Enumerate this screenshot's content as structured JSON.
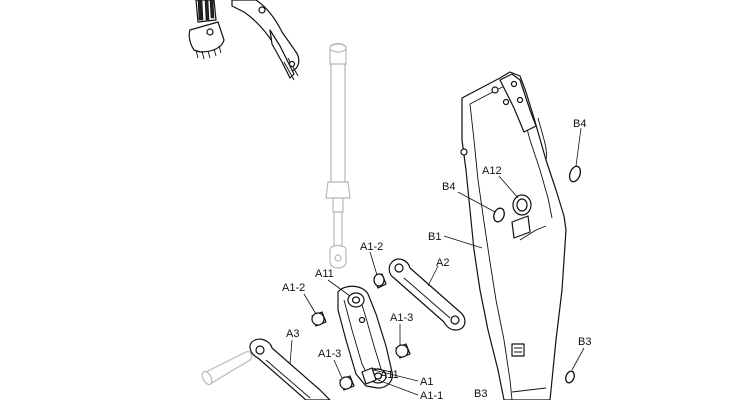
{
  "labels": {
    "b4_top": "B4",
    "a12": "A12",
    "b4_mid": "B4",
    "b1": "B1",
    "a1_2_top": "A1-2",
    "a2": "A2",
    "a11_top": "A11",
    "a1_2_left": "A1-2",
    "a1_3_right": "A1-3",
    "a3": "A3",
    "a1_3_left": "A1-3",
    "a11_bottom": "A11",
    "a1": "A1",
    "a1_1": "A1-1",
    "b3_right": "B3",
    "b3_bottom": "B3"
  }
}
